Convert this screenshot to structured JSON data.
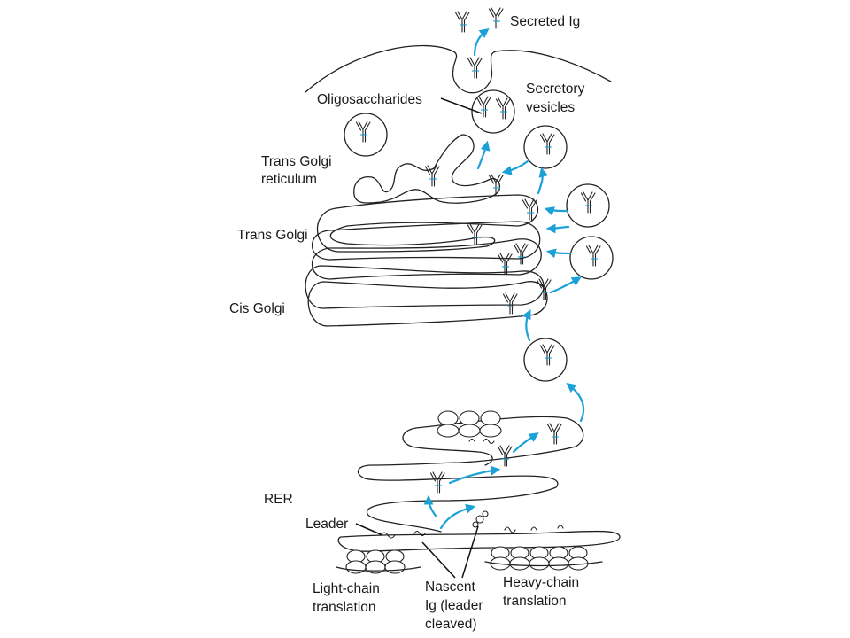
{
  "labels": {
    "secreted_ig": "Secreted Ig",
    "oligosaccharides": "Oligosaccharides",
    "secretory_vesicles_1": "Secretory",
    "secretory_vesicles_2": "vesicles",
    "trans_golgi_reticulum_1": "Trans Golgi",
    "trans_golgi_reticulum_2": "reticulum",
    "trans_golgi": "Trans Golgi",
    "cis_golgi": "Cis Golgi",
    "rer": "RER",
    "leader": "Leader",
    "light_chain_1": "Light-chain",
    "light_chain_2": "translation",
    "nascent_1": "Nascent",
    "nascent_2": "Ig (leader",
    "nascent_3": "cleaved)",
    "heavy_chain_1": "Heavy-chain",
    "heavy_chain_2": "translation"
  },
  "colors": {
    "flow_arrow": "#1ba1d8",
    "outline": "#222222",
    "background": "#ffffff"
  }
}
